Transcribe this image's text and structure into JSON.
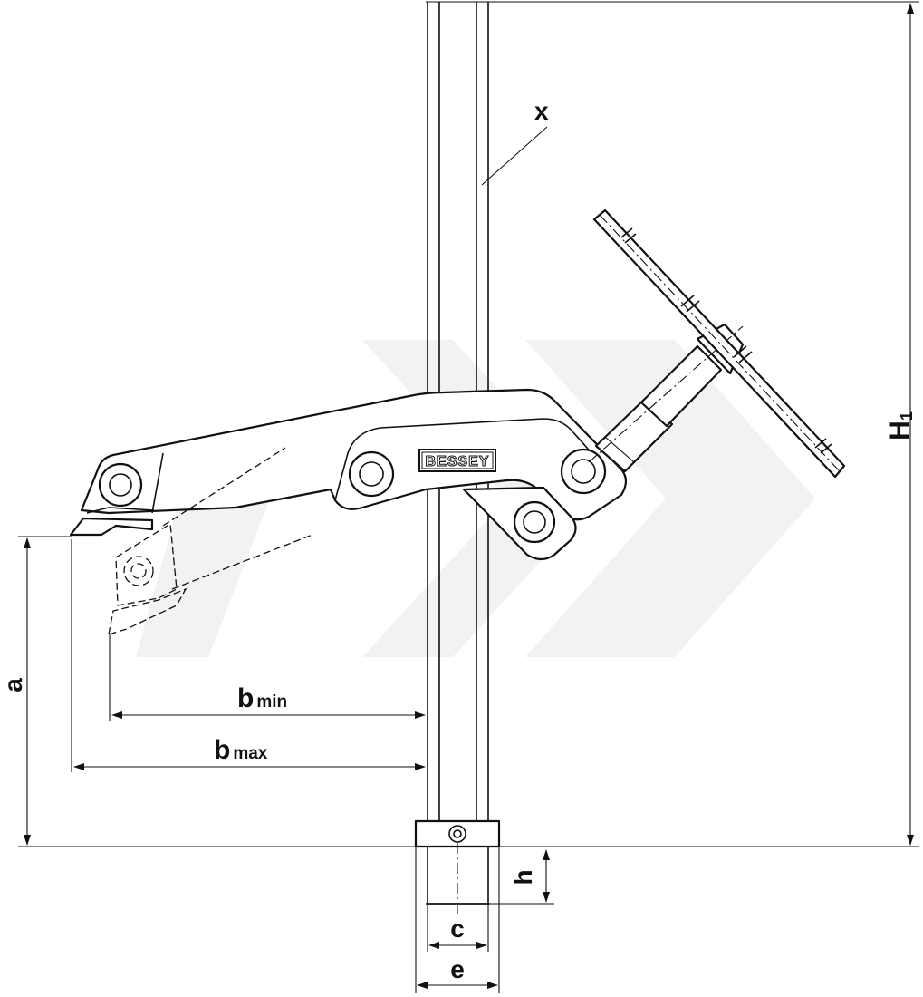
{
  "brand": {
    "logo_text": "BESSEY"
  },
  "dimensions": {
    "x": "x",
    "h1": "H",
    "h1_sub": "1",
    "a": "a",
    "b_min": "b",
    "b_min_sub": "min",
    "b_max": "b",
    "b_max_sub": "max",
    "h": "h",
    "c": "c",
    "e": "e"
  },
  "colors": {
    "line": "#111111",
    "watermark": "#f2f2f2",
    "background": "#ffffff"
  }
}
